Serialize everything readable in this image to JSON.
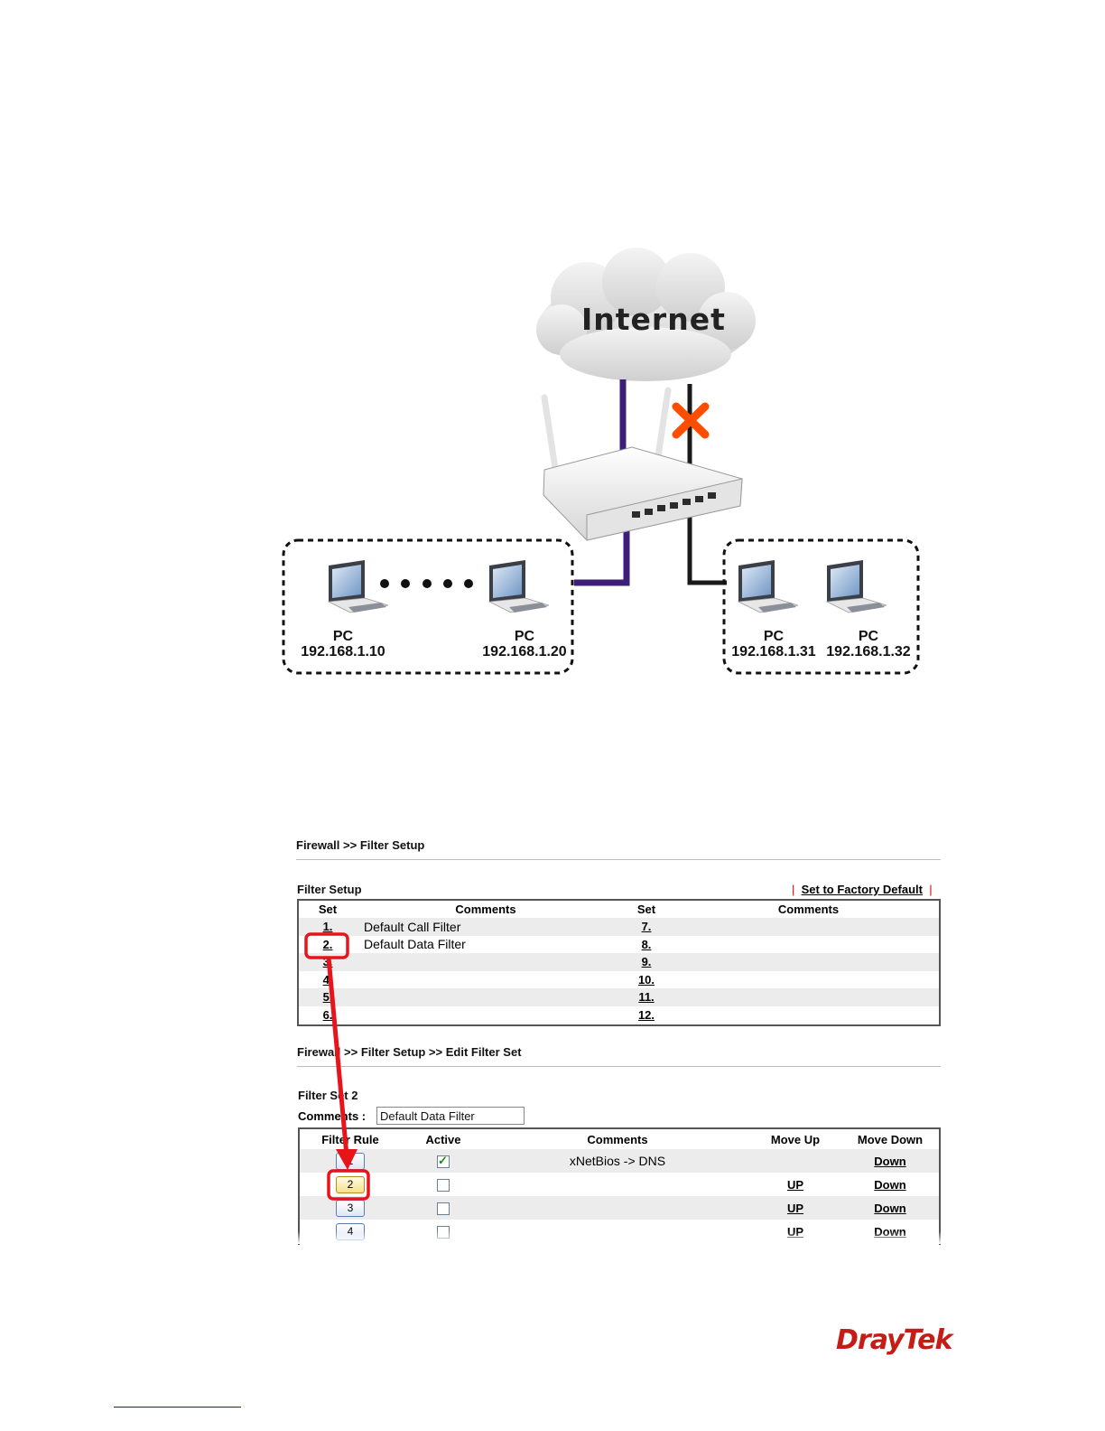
{
  "diagram": {
    "cloud_label": "Internet",
    "left_group": [
      {
        "label": "PC",
        "ip": "192.168.1.10"
      },
      {
        "label": "PC",
        "ip": "192.168.1.20"
      }
    ],
    "right_group": [
      {
        "label": "PC",
        "ip": "192.168.1.31"
      },
      {
        "label": "PC",
        "ip": "192.168.1.32"
      }
    ],
    "colors": {
      "allowed_link": "#3d1f7a",
      "blocked_link": "#1a1a1a",
      "block_mark": "#ff4d00"
    }
  },
  "filter_setup": {
    "breadcrumb": "Firewall >> Filter Setup",
    "title": "Filter Setup",
    "factory_default": "Set to Factory Default",
    "separator": "|",
    "headers": {
      "set": "Set",
      "comments": "Comments",
      "set2": "Set",
      "comments2": "Comments"
    },
    "rows": [
      {
        "left_set": "1.",
        "left_comment": "Default Call Filter",
        "right_set": "7.",
        "right_comment": ""
      },
      {
        "left_set": "2.",
        "left_comment": "Default Data Filter",
        "right_set": "8.",
        "right_comment": ""
      },
      {
        "left_set": "3.",
        "left_comment": "",
        "right_set": "9.",
        "right_comment": ""
      },
      {
        "left_set": "4.",
        "left_comment": "",
        "right_set": "10.",
        "right_comment": ""
      },
      {
        "left_set": "5.",
        "left_comment": "",
        "right_set": "11.",
        "right_comment": ""
      },
      {
        "left_set": "6.",
        "left_comment": "",
        "right_set": "12.",
        "right_comment": ""
      }
    ]
  },
  "edit_filter_set": {
    "breadcrumb": "Firewall >> Filter Setup >> Edit Filter Set",
    "title": "Filter Set 2",
    "comments_label": "Comments :",
    "comments_value": "Default Data Filter",
    "headers": {
      "rule": "Filter Rule",
      "active": "Active",
      "comments": "Comments",
      "move_up": "Move Up",
      "move_down": "Move Down"
    },
    "rules": [
      {
        "num": "1",
        "active": true,
        "comment": "xNetBios -> DNS",
        "up": "",
        "down": "Down"
      },
      {
        "num": "2",
        "active": false,
        "comment": "",
        "up": "UP",
        "down": "Down"
      },
      {
        "num": "3",
        "active": false,
        "comment": "",
        "up": "UP",
        "down": "Down"
      },
      {
        "num": "4",
        "active": false,
        "comment": "",
        "up": "UP",
        "down": "Down"
      }
    ]
  },
  "annotation_color": "#e8141b",
  "brand": "DrayTek"
}
